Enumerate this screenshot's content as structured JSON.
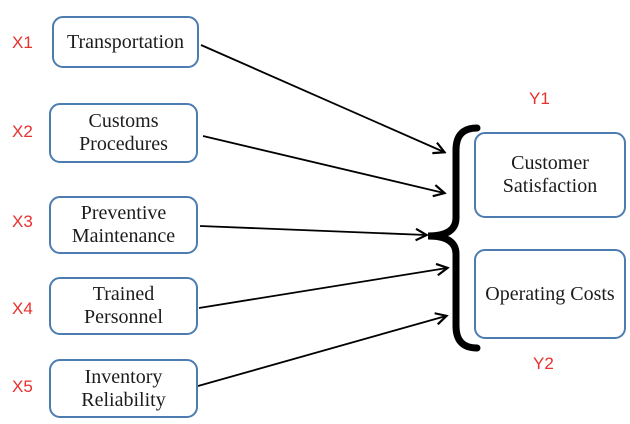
{
  "diagram": {
    "type": "research-model",
    "independent_variables": [
      {
        "id": "X1",
        "label": "Transportation"
      },
      {
        "id": "X2",
        "label": "Customs Procedures"
      },
      {
        "id": "X3",
        "label": "Preventive Maintenance"
      },
      {
        "id": "X4",
        "label": "Trained Personnel"
      },
      {
        "id": "X5",
        "label": "Inventory Reliability"
      }
    ],
    "dependent_variables": [
      {
        "id": "Y1",
        "label": "Customer Satisfaction"
      },
      {
        "id": "Y2",
        "label": "Operating Costs"
      }
    ],
    "connections": [
      {
        "from": "X1",
        "to": "brace"
      },
      {
        "from": "X2",
        "to": "brace"
      },
      {
        "from": "X3",
        "to": "brace"
      },
      {
        "from": "X4",
        "to": "brace"
      },
      {
        "from": "X5",
        "to": "brace"
      },
      {
        "brace_groups": [
          "Y1",
          "Y2"
        ]
      }
    ],
    "colors": {
      "box_border": "#4d7cb0",
      "box_fill": "#ffffff",
      "variable_label": "#e8302e",
      "box_text": "#1c1c1c",
      "connector": "#000000"
    }
  }
}
